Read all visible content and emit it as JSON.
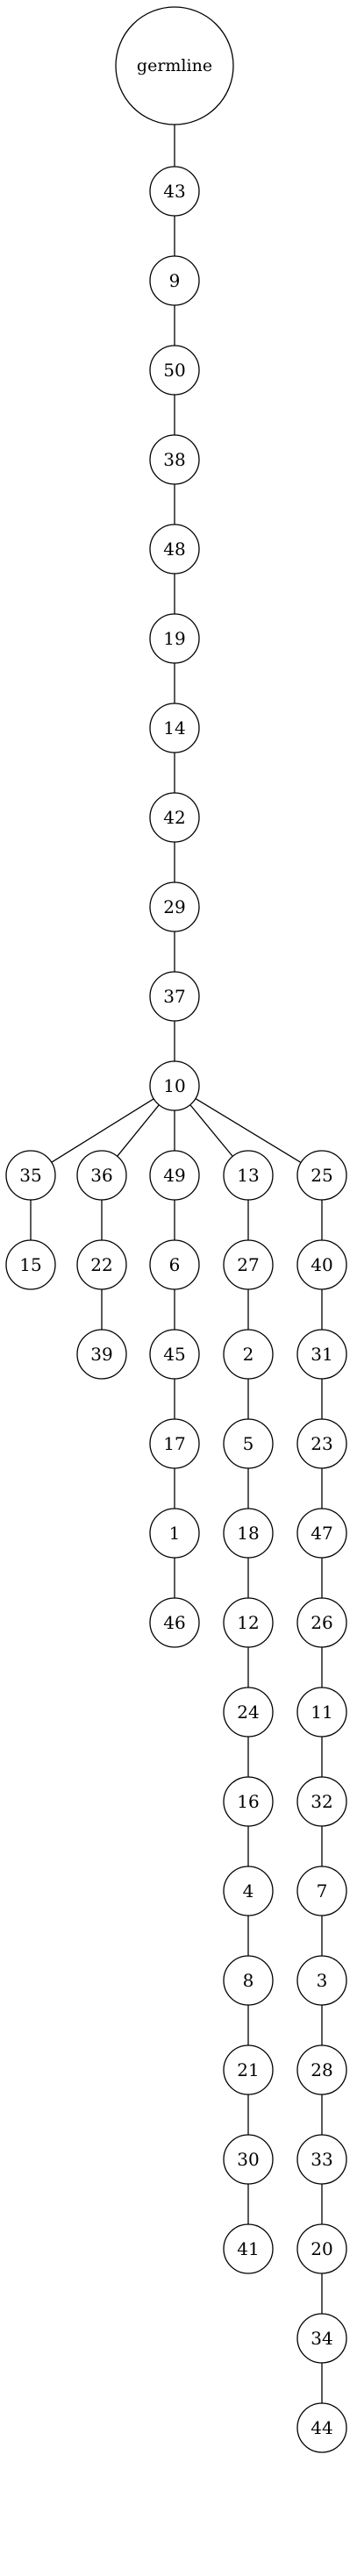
{
  "tree": {
    "root": "germline",
    "nodes": [
      "43",
      "9",
      "50",
      "38",
      "48",
      "19",
      "14",
      "42",
      "29",
      "37",
      "10",
      "35",
      "15",
      "36",
      "22",
      "39",
      "49",
      "6",
      "45",
      "17",
      "1",
      "46",
      "13",
      "27",
      "2",
      "5",
      "18",
      "12",
      "24",
      "16",
      "4",
      "8",
      "21",
      "30",
      "41",
      "25",
      "40",
      "31",
      "23",
      "47",
      "26",
      "11",
      "32",
      "7",
      "3",
      "28",
      "33",
      "20",
      "34",
      "44"
    ],
    "edges": [
      [
        "germline",
        "43"
      ],
      [
        "43",
        "9"
      ],
      [
        "9",
        "50"
      ],
      [
        "50",
        "38"
      ],
      [
        "38",
        "48"
      ],
      [
        "48",
        "19"
      ],
      [
        "19",
        "14"
      ],
      [
        "14",
        "42"
      ],
      [
        "42",
        "29"
      ],
      [
        "29",
        "37"
      ],
      [
        "37",
        "10"
      ],
      [
        "10",
        "35"
      ],
      [
        "10",
        "36"
      ],
      [
        "10",
        "49"
      ],
      [
        "10",
        "13"
      ],
      [
        "10",
        "25"
      ],
      [
        "35",
        "15"
      ],
      [
        "36",
        "22"
      ],
      [
        "22",
        "39"
      ],
      [
        "49",
        "6"
      ],
      [
        "6",
        "45"
      ],
      [
        "45",
        "17"
      ],
      [
        "17",
        "1"
      ],
      [
        "1",
        "46"
      ],
      [
        "13",
        "27"
      ],
      [
        "27",
        "2"
      ],
      [
        "2",
        "5"
      ],
      [
        "5",
        "18"
      ],
      [
        "18",
        "12"
      ],
      [
        "12",
        "24"
      ],
      [
        "24",
        "16"
      ],
      [
        "16",
        "4"
      ],
      [
        "4",
        "8"
      ],
      [
        "8",
        "21"
      ],
      [
        "21",
        "30"
      ],
      [
        "30",
        "41"
      ],
      [
        "25",
        "40"
      ],
      [
        "40",
        "31"
      ],
      [
        "31",
        "23"
      ],
      [
        "23",
        "47"
      ],
      [
        "47",
        "26"
      ],
      [
        "26",
        "11"
      ],
      [
        "11",
        "32"
      ],
      [
        "32",
        "7"
      ],
      [
        "7",
        "3"
      ],
      [
        "3",
        "28"
      ],
      [
        "28",
        "33"
      ],
      [
        "33",
        "20"
      ],
      [
        "20",
        "34"
      ],
      [
        "34",
        "44"
      ]
    ]
  }
}
